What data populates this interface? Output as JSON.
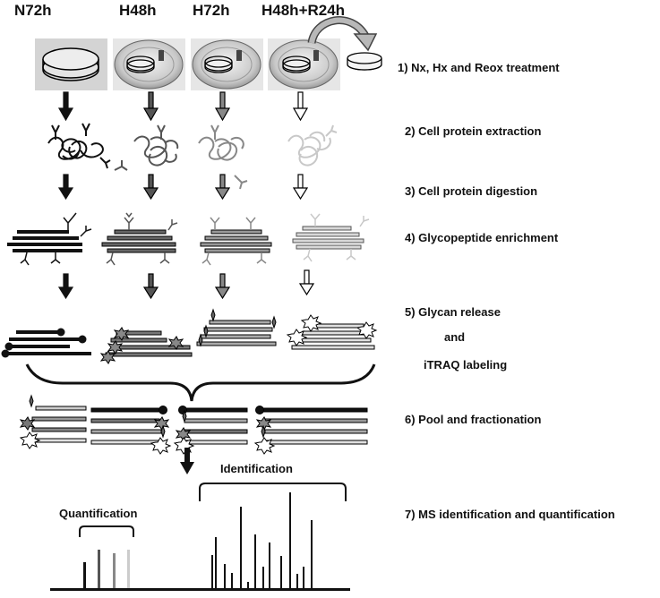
{
  "columns": [
    "N72h",
    "H48h",
    "H72h",
    "H48h+R24h"
  ],
  "steps": [
    "1) Nx, Hx and Reox treatment",
    "2) Cell protein extraction",
    "3) Cell protein digestion",
    "4) Glycopeptide enrichment",
    "5) Glycan release",
    "and",
    "iTRAQ labeling",
    "6) Pool and fractionation",
    "7) MS identification and quantification"
  ],
  "spectrum": {
    "identification_label": "Identification",
    "quantification_label": "Quantification"
  },
  "colors": {
    "n72h": "#111111",
    "h48h": "#555555",
    "h72h": "#888888",
    "reox": "#c8c8c8",
    "photo_bg": "#d2d2d2"
  }
}
